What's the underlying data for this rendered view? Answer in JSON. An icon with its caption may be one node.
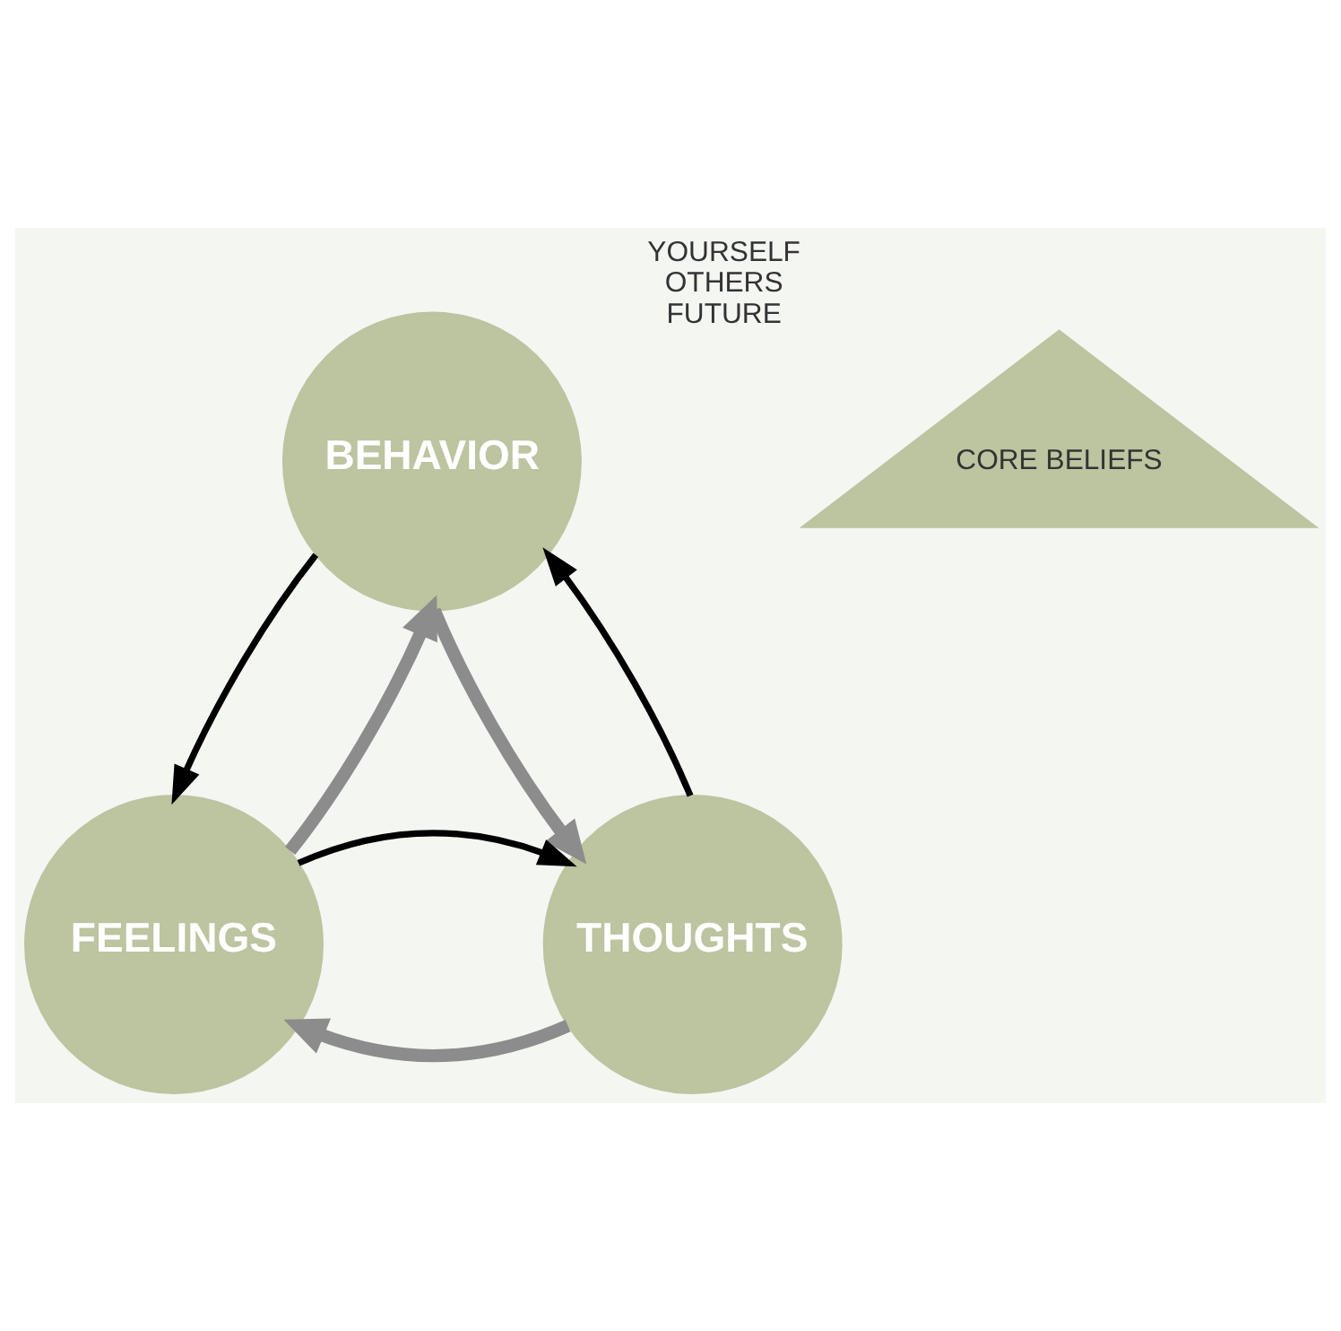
{
  "diagram": {
    "nodes": [
      {
        "text": [
          "BEHAVIOR"
        ]
      },
      {
        "text": [
          "FEELINGS"
        ]
      },
      {
        "text": [
          "THOUGHTS"
        ]
      },
      {
        "text": [
          "CORE BELIEFS"
        ],
        "beside": [
          "YOURSELF",
          "OTHERS",
          "FUTURE"
        ]
      }
    ],
    "edges": [
      {
        "from": 1,
        "to": 0,
        "arrow": "to",
        "style": "thick",
        "color": "#8c8c8c"
      },
      {
        "from": 0,
        "to": 2,
        "arrow": "to",
        "style": "thick",
        "color": "#8c8c8c"
      },
      {
        "from": 2,
        "to": 1,
        "arrow": "to",
        "style": "thick",
        "color": "#8c8c8c"
      },
      {
        "from": 0,
        "to": 1,
        "arrow": "to",
        "color": "#000000"
      },
      {
        "from": 1,
        "to": 2,
        "arrow": "to",
        "color": "#000000"
      },
      {
        "from": 2,
        "to": 0,
        "arrow": "to",
        "color": "#000000"
      }
    ]
  }
}
